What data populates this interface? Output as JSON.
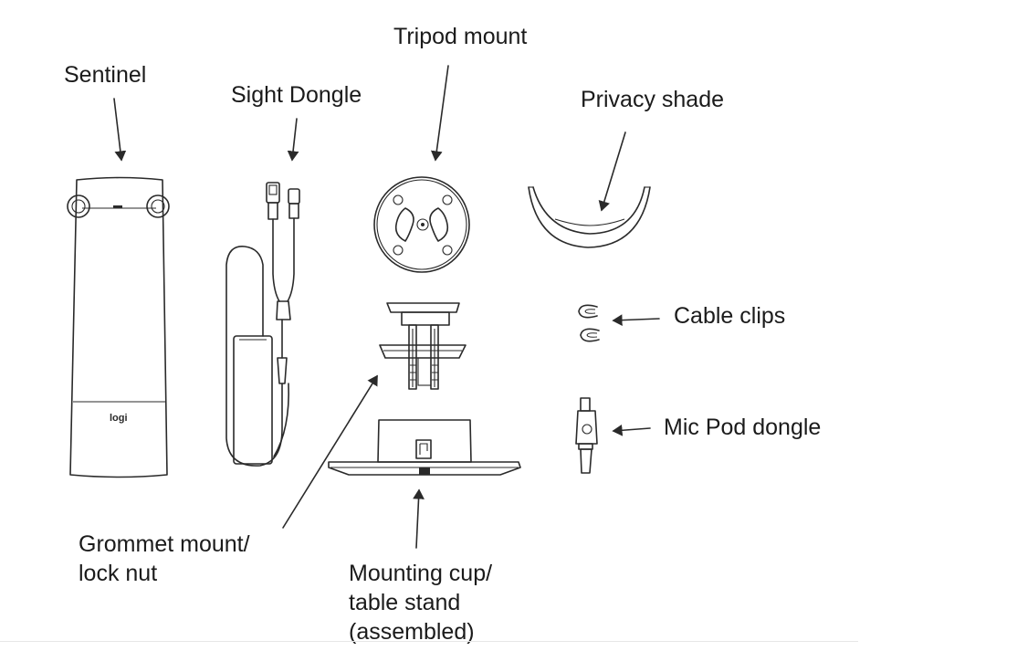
{
  "labels": {
    "tripod_mount": "Tripod mount",
    "sentinel": "Sentinel",
    "sight_dongle": "Sight Dongle",
    "privacy_shade": "Privacy shade",
    "cable_clips": "Cable clips",
    "mic_pod_dongle": "Mic Pod dongle",
    "grommet_line1": "Grommet mount/",
    "grommet_line2": "lock nut",
    "cup_line1": "Mounting cup/",
    "cup_line2": "table stand",
    "cup_line3": "(assembled)"
  },
  "product_logo": "logi",
  "colors": {
    "ink": "#2a2a2a",
    "background": "#ffffff"
  }
}
